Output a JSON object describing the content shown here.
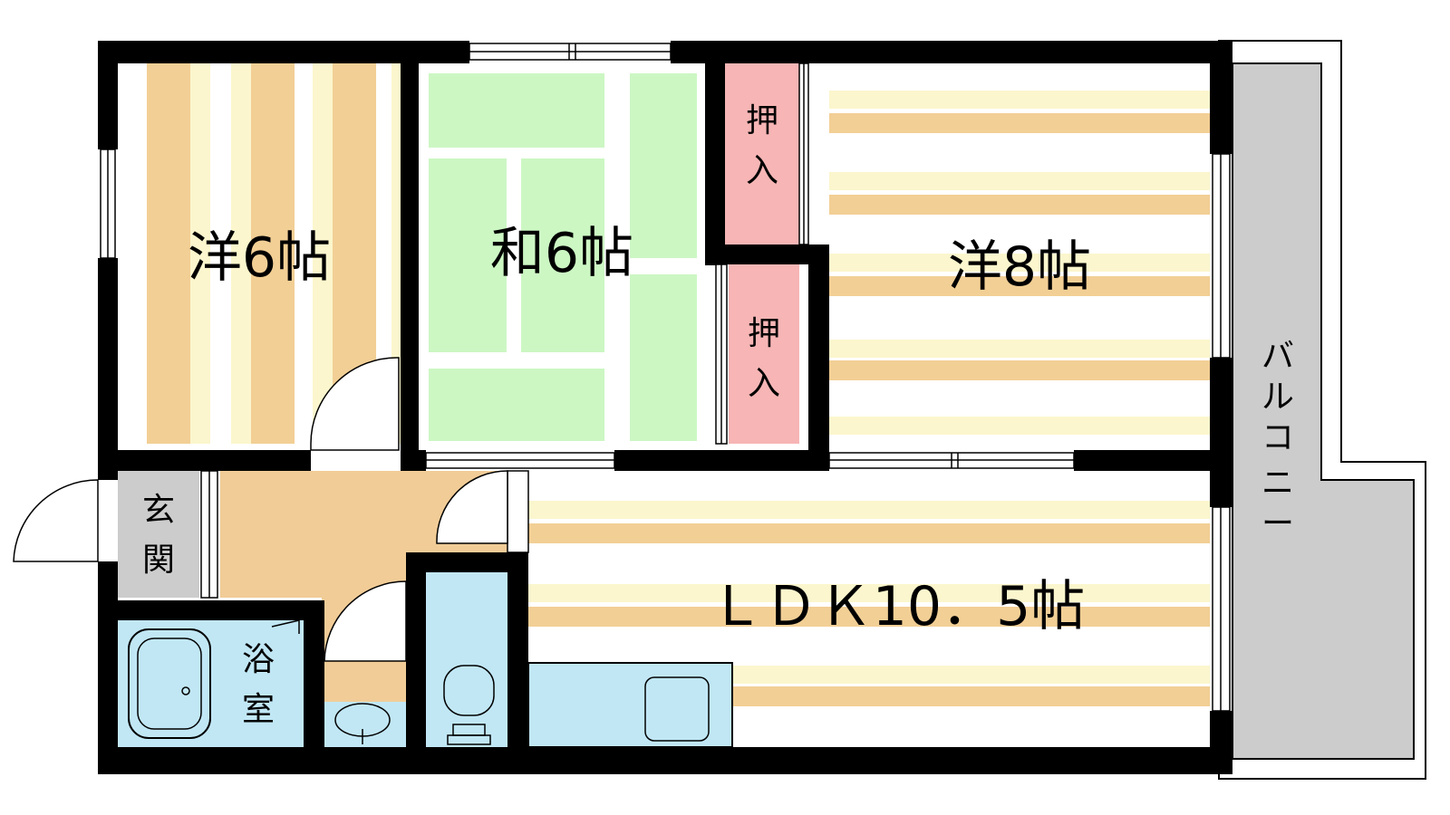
{
  "rooms": {
    "western_6": {
      "label": "洋6帖"
    },
    "japanese_6": {
      "label": "和6帖"
    },
    "western_8": {
      "label": "洋8帖"
    },
    "ldk": {
      "label": "ＬＤＫ10．5帖"
    },
    "closet_upper": {
      "line1": "押",
      "line2": "入"
    },
    "closet_lower": {
      "line1": "押",
      "line2": "入"
    },
    "entrance": {
      "line1": "玄",
      "line2": "関"
    },
    "bathroom": {
      "line1": "浴",
      "line2": "室"
    },
    "balcony": {
      "chars": [
        "バ",
        "ル",
        "コ",
        "ニ",
        "ー"
      ]
    }
  },
  "colors": {
    "wall": "#000000",
    "stripe_orange": "#f2cf95",
    "stripe_yellow": "#fbf6cd",
    "tatami": "#ccf7c3",
    "closet": "#f7b5b5",
    "corridor": "#f1cc97",
    "wet_area": "#c1e7f5",
    "entrance_floor": "#cccccc",
    "balcony_floor": "#cccccc"
  }
}
